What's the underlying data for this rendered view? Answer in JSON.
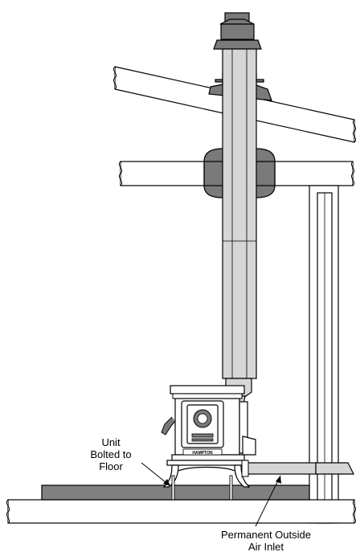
{
  "labels": {
    "bolted": [
      "Unit",
      "Bolted to",
      "Floor"
    ],
    "inlet": [
      "Permanent Outside",
      "Air Inlet"
    ]
  },
  "stove": {
    "brand_text": "HAMPTON"
  },
  "colors": {
    "pipe_fill": "#d6d6d6",
    "dark_fill": "#7a7a7a",
    "hearth_fill": "#808080",
    "stroke": "#000000",
    "background": "#ffffff"
  }
}
